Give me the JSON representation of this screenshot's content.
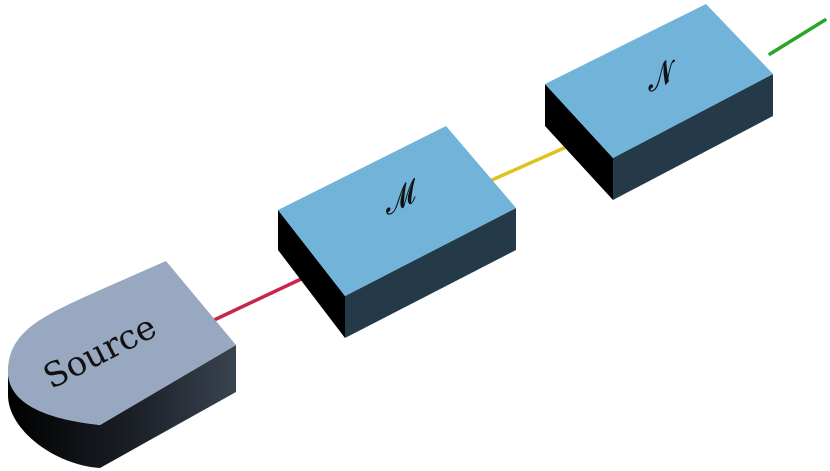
{
  "diagram": {
    "source": {
      "label": "Source"
    },
    "box_m": {
      "label": "𝓜"
    },
    "box_n": {
      "label": "𝓝"
    }
  },
  "colors": {
    "wire_source_to_m": "#c8264a",
    "wire_m_to_n": "#e0c21c",
    "wire_n_out": "#2aa52a",
    "box_top": "#72b3d9",
    "box_front": "#243a49",
    "box_left": "#000000",
    "source_top": "#98a8c0",
    "source_side": "#2c3440"
  }
}
